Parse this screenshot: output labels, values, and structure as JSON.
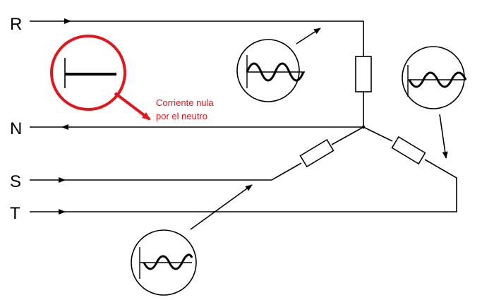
{
  "labels": {
    "R": "R",
    "N": "N",
    "S": "S",
    "T": "T"
  },
  "note": {
    "line1": "Corriente nula",
    "line2": "por el neutro"
  },
  "colors": {
    "highlight": "#e0161b",
    "line": "#000000"
  }
}
